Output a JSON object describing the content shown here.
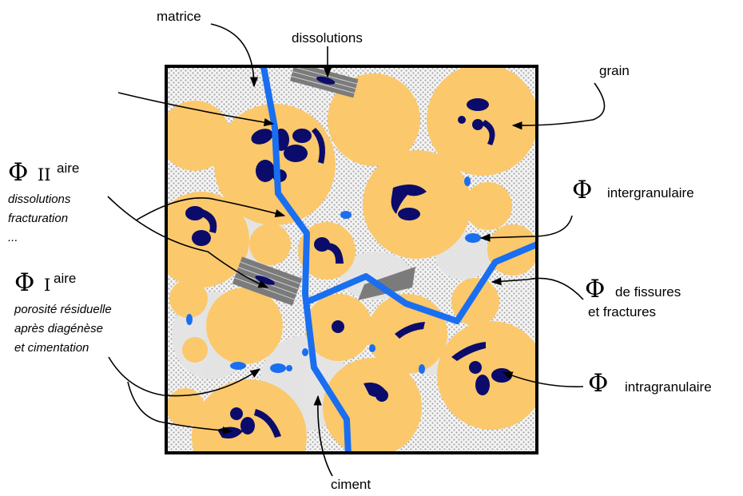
{
  "colors": {
    "grain": "#fbc86c",
    "pore": "#1a6ef0",
    "intragranular": "#0b0b6b",
    "frame": "#000000",
    "matrix_dots": "#a6a6a6",
    "cement": "#e6e6e6",
    "dissolution": "#7b7b7b"
  },
  "labels": {
    "matrice": "matrice",
    "dissolutions": "dissolutions",
    "grain": "grain",
    "ciment": "ciment",
    "phi": "Φ",
    "secondary_roman": "II",
    "secondary_sup": "aire",
    "secondary_lines": [
      "dissolutions",
      "fracturation",
      "..."
    ],
    "primary_roman": "I",
    "primary_sup": "aire",
    "primary_lines": [
      "porosité résiduelle",
      "après diagénèse",
      "et cimentation"
    ],
    "intergranulaire": "intergranulaire",
    "fissures_line1": "de fissures",
    "fissures_line2": "et fractures",
    "intragranulaire": "intragranulaire"
  },
  "icons": [
    "arrow-icon"
  ]
}
